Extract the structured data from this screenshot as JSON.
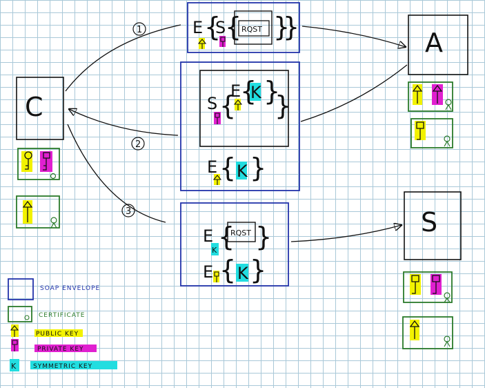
{
  "nodes": {
    "client": "C",
    "authority": "A",
    "service": "S"
  },
  "envelopes": {
    "request_label": "RQST",
    "response_request_label": "RQST",
    "encrypt_symbol": "E",
    "sign_symbol": "S",
    "symmetric_key_symbol": "K"
  },
  "steps": {
    "step1": "1",
    "step2": "2",
    "step3": "3"
  },
  "legend": {
    "soap_envelope": "SOAP ENVELOPE",
    "certificate": "CERTIFICATE",
    "public_key": "PUBLIC KEY",
    "private_key": "PRIVATE KEY",
    "symmetric_key": "SYMMETRIC KEY"
  },
  "colors": {
    "envelope_border": "#2233aa",
    "certificate_border": "#2a7a2a",
    "public_key_highlight": "#f2f200",
    "private_key_highlight": "#e020d0",
    "symmetric_key_highlight": "#22dde0"
  }
}
